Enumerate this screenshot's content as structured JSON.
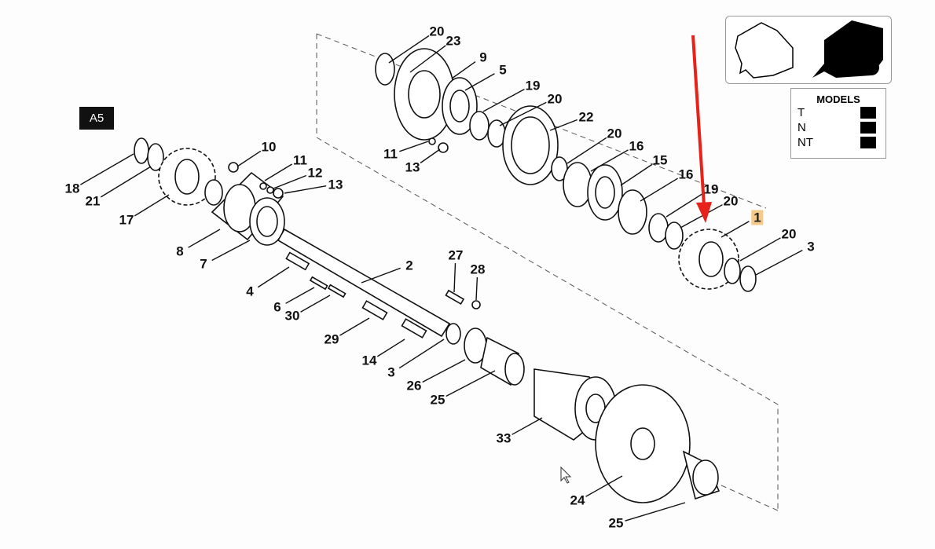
{
  "section_tag": "A5",
  "models": {
    "title": "MODELS",
    "rows": [
      {
        "label": "T",
        "available": true
      },
      {
        "label": "N",
        "available": true
      },
      {
        "label": "NT",
        "available": true
      }
    ]
  },
  "highlighted_part": "1",
  "colors": {
    "arrow": "#e8221b",
    "highlight": "#f5c98a"
  },
  "callouts": [
    "20",
    "23",
    "9",
    "5",
    "19",
    "20",
    "22",
    "11",
    "13",
    "20",
    "16",
    "15",
    "16",
    "19",
    "20",
    "1",
    "20",
    "3",
    "10",
    "11",
    "12",
    "13",
    "18",
    "21",
    "17",
    "8",
    "7",
    "2",
    "4",
    "6",
    "30",
    "27",
    "28",
    "29",
    "14",
    "3",
    "26",
    "25",
    "33",
    "24",
    "25"
  ]
}
